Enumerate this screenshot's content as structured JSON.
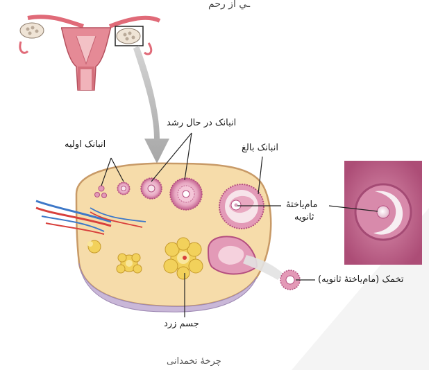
{
  "top_text": "ـي از رحم",
  "labels": {
    "primary_follicles": "انبانک اولیه",
    "growing_follicles": "انبانک در حال رشد",
    "mature_follicle": "انبانک بالغ",
    "secondary_oocyte_line1": "مام‌یاختهٔ",
    "secondary_oocyte_line2": "ثانویه",
    "ovum": "تخمک (مام‌یاختهٔ ثانویه)",
    "corpus_luteum": "جسم زرد"
  },
  "caption": "چرخهٔ تخمدانی",
  "colors": {
    "ovary_fill": "#f6dcaa",
    "ovary_stroke": "#c89a67",
    "follicle_pink": "#e39ab7",
    "follicle_dark": "#b44e7f",
    "corpus_yellow": "#f2d15b",
    "uterus_pink": "#e58a96",
    "arrow_gray": "#b4b4b4",
    "micro_bg": "#c2668c",
    "watermark": "#eeeeee"
  }
}
